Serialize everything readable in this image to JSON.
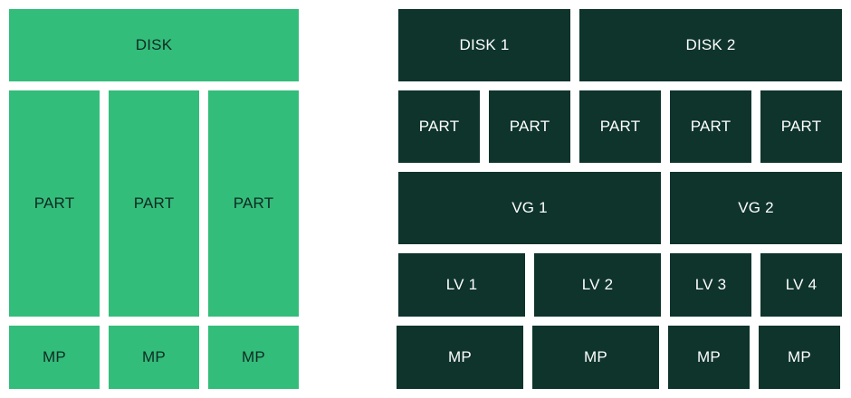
{
  "colors": {
    "standard_block": "#33bd7a",
    "lvm_block": "#0e342c",
    "standard_text": "#0f2a23",
    "lvm_text": "#ffffff"
  },
  "standard": {
    "disk": "DISK",
    "partitions": [
      "PART",
      "PART",
      "PART"
    ],
    "mount_points": [
      "MP",
      "MP",
      "MP"
    ]
  },
  "lvm": {
    "disks": [
      "DISK 1",
      "DISK 2"
    ],
    "partitions": [
      "PART",
      "PART",
      "PART",
      "PART",
      "PART"
    ],
    "volume_groups": [
      "VG 1",
      "VG 2"
    ],
    "logical_volumes": [
      "LV 1",
      "LV 2",
      "LV 3",
      "LV 4"
    ],
    "mount_points": [
      "MP",
      "MP",
      "MP",
      "MP"
    ]
  }
}
